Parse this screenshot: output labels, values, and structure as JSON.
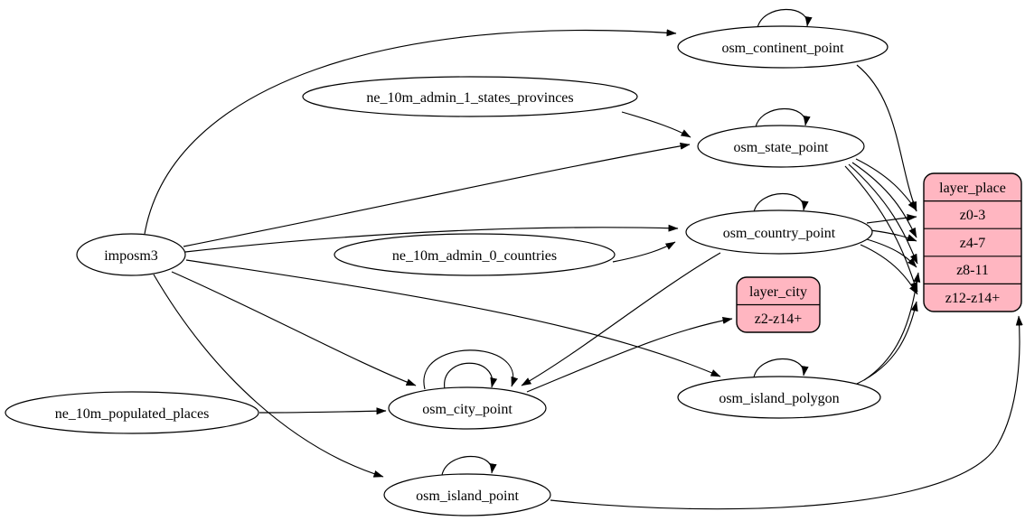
{
  "diagram": {
    "type": "directed-graph",
    "background": "#ffffff",
    "colors": {
      "record_fill": "#ffb6c1",
      "node_fill": "#ffffff",
      "edge_stroke": "#000000",
      "text": "#000000"
    },
    "nodes": {
      "imposm3": "imposm3",
      "ne_10m_admin_1_states_provinces": "ne_10m_admin_1_states_provinces",
      "ne_10m_admin_0_countries": "ne_10m_admin_0_countries",
      "ne_10m_populated_places": "ne_10m_populated_places",
      "osm_continent_point": "osm_continent_point",
      "osm_state_point": "osm_state_point",
      "osm_country_point": "osm_country_point",
      "osm_city_point": "osm_city_point",
      "osm_island_polygon": "osm_island_polygon",
      "osm_island_point": "osm_island_point"
    },
    "records": {
      "layer_place": {
        "title": "layer_place",
        "rows": [
          "z0-3",
          "z4-7",
          "z8-11",
          "z12-z14+"
        ]
      },
      "layer_city": {
        "title": "layer_city",
        "rows": [
          "z2-z14+"
        ]
      }
    },
    "edges": [
      {
        "from": "imposm3",
        "to": "osm_continent_point"
      },
      {
        "from": "imposm3",
        "to": "osm_state_point"
      },
      {
        "from": "imposm3",
        "to": "osm_country_point"
      },
      {
        "from": "imposm3",
        "to": "osm_city_point"
      },
      {
        "from": "imposm3",
        "to": "osm_island_polygon"
      },
      {
        "from": "imposm3",
        "to": "osm_island_point"
      },
      {
        "from": "ne_10m_admin_1_states_provinces",
        "to": "osm_state_point"
      },
      {
        "from": "ne_10m_admin_0_countries",
        "to": "osm_country_point"
      },
      {
        "from": "ne_10m_populated_places",
        "to": "osm_city_point"
      },
      {
        "from": "osm_continent_point",
        "to": "osm_continent_point"
      },
      {
        "from": "osm_state_point",
        "to": "osm_state_point"
      },
      {
        "from": "osm_country_point",
        "to": "osm_country_point"
      },
      {
        "from": "osm_city_point",
        "to": "osm_city_point"
      },
      {
        "from": "osm_city_point",
        "to": "osm_city_point"
      },
      {
        "from": "osm_island_polygon",
        "to": "osm_island_polygon"
      },
      {
        "from": "osm_island_point",
        "to": "osm_island_point"
      },
      {
        "from": "osm_country_point",
        "to": "osm_city_point"
      },
      {
        "from": "osm_city_point",
        "to": "layer_city:z2-z14+"
      },
      {
        "from": "osm_continent_point",
        "to": "layer_place:z0-3"
      },
      {
        "from": "osm_state_point",
        "to": "layer_place:z0-3"
      },
      {
        "from": "osm_state_point",
        "to": "layer_place:z4-7"
      },
      {
        "from": "osm_state_point",
        "to": "layer_place:z8-11"
      },
      {
        "from": "osm_state_point",
        "to": "layer_place:z12-z14+"
      },
      {
        "from": "osm_country_point",
        "to": "layer_place:z0-3"
      },
      {
        "from": "osm_country_point",
        "to": "layer_place:z4-7"
      },
      {
        "from": "osm_country_point",
        "to": "layer_place:z8-11"
      },
      {
        "from": "osm_country_point",
        "to": "layer_place:z12-z14+"
      },
      {
        "from": "osm_island_polygon",
        "to": "layer_place:z8-11"
      },
      {
        "from": "osm_island_polygon",
        "to": "layer_place:z12-z14+"
      },
      {
        "from": "osm_island_point",
        "to": "layer_place:z12-z14+"
      }
    ]
  }
}
